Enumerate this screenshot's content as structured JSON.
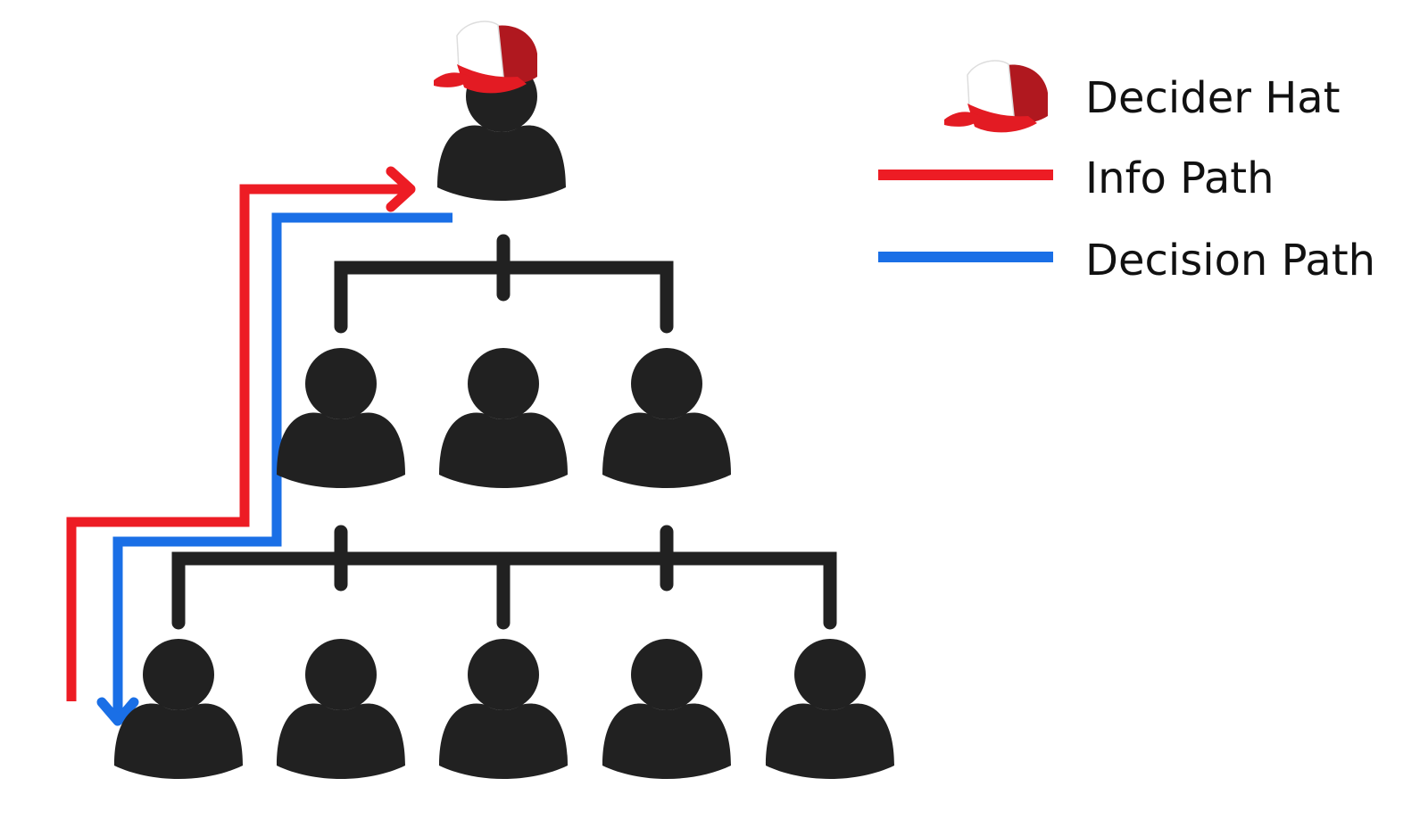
{
  "colors": {
    "person": "#212121",
    "connector": "#212121",
    "info_path": "#ED1C24",
    "decision_path": "#1A6FE6",
    "hat_red": "#E31B23",
    "hat_mesh": "#B0181F",
    "hat_front": "#FFFFFF",
    "background": "#FFFFFF"
  },
  "icons": {
    "person": "person-icon",
    "hat": "trucker-cap-icon"
  },
  "org_chart": {
    "levels": [
      {
        "name": "top",
        "count": 1,
        "wears_hat": true
      },
      {
        "name": "middle",
        "count": 3,
        "wears_hat": false
      },
      {
        "name": "bottom",
        "count": 5,
        "wears_hat": false
      }
    ]
  },
  "legend": {
    "items": [
      {
        "key": "hat",
        "label": "Decider Hat"
      },
      {
        "key": "info",
        "label": "Info Path"
      },
      {
        "key": "decision",
        "label": "Decision Path"
      }
    ]
  }
}
